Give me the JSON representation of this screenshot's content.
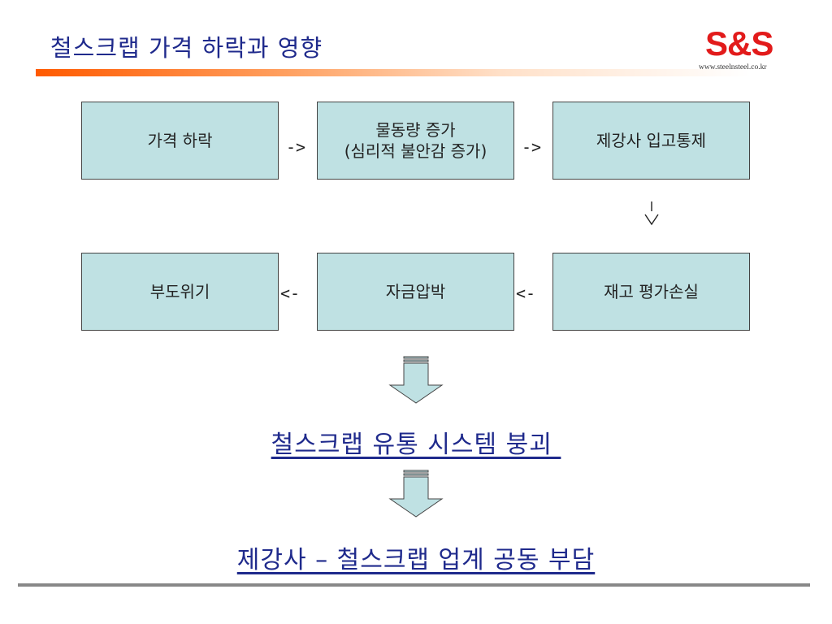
{
  "slide": {
    "title": "철스크랩 가격 하락과 영향",
    "logo": {
      "text": "S&S",
      "url": "www.steelnsteel.co.kr"
    }
  },
  "flow": {
    "boxes": {
      "price_drop": "가격 하락",
      "volume_increase_line1": "물동량 증가",
      "volume_increase_line2": "(심리적 불안감 증가)",
      "stock_control": "제강사 입고통제",
      "inventory_loss": "재고 평가손실",
      "cash_crunch": "자금압박",
      "bankruptcy": "부도위기"
    },
    "arrows": {
      "right": "->",
      "left": "<-"
    }
  },
  "results": {
    "collapse": "철스크랩 유통 시스템 붕괴 ",
    "burden": "제강사 – 철스크랩 업계 공동 부담"
  }
}
